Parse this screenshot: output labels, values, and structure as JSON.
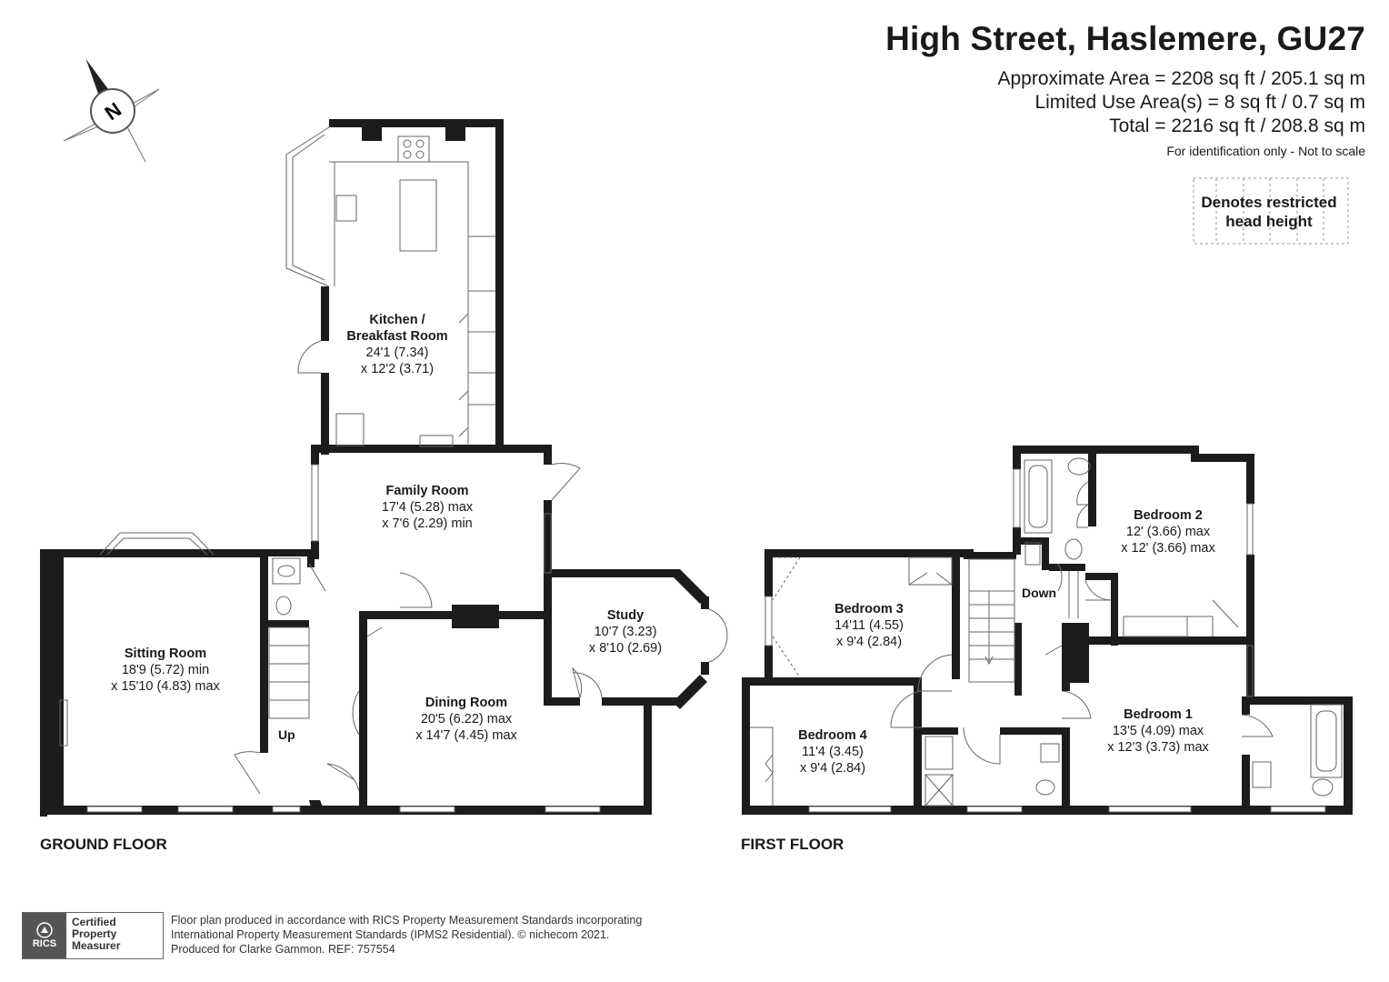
{
  "header": {
    "title": "High Street, Haslemere, GU27",
    "approx_area": "Approximate Area = 2208 sq ft / 205.1 sq m",
    "limited_use": "Limited Use Area(s) = 8 sq ft / 0.7 sq m",
    "total": "Total = 2216 sq ft / 208.8 sq m",
    "identification": "For identification only - Not to scale"
  },
  "legend": {
    "line1": "Denotes restricted",
    "line2": "head height"
  },
  "compass": {
    "letter": "N"
  },
  "ground_floor": {
    "label": "GROUND FLOOR",
    "up_label": "Up",
    "rooms": {
      "kitchen": {
        "name1": "Kitchen /",
        "name2": "Breakfast Room",
        "dim1": "24'1 (7.34)",
        "dim2": "x 12'2 (3.71)"
      },
      "family": {
        "name": "Family Room",
        "dim1": "17'4 (5.28) max",
        "dim2": "x 7'6 (2.29) min"
      },
      "sitting": {
        "name": "Sitting Room",
        "dim1": "18'9 (5.72) min",
        "dim2": "x 15'10 (4.83) max"
      },
      "study": {
        "name": "Study",
        "dim1": "10'7 (3.23)",
        "dim2": "x 8'10 (2.69)"
      },
      "dining": {
        "name": "Dining Room",
        "dim1": "20'5 (6.22) max",
        "dim2": "x 14'7 (4.45) max"
      }
    }
  },
  "first_floor": {
    "label": "FIRST FLOOR",
    "down_label": "Down",
    "rooms": {
      "bed2": {
        "name": "Bedroom 2",
        "dim1": "12' (3.66) max",
        "dim2": "x 12' (3.66) max"
      },
      "bed3": {
        "name": "Bedroom 3",
        "dim1": "14'11 (4.55)",
        "dim2": "x 9'4 (2.84)"
      },
      "bed4": {
        "name": "Bedroom 4",
        "dim1": "11'4 (3.45)",
        "dim2": "x 9'4 (2.84)"
      },
      "bed1": {
        "name": "Bedroom 1",
        "dim1": "13'5 (4.09) max",
        "dim2": "x 12'3 (3.73) max"
      }
    }
  },
  "badge": {
    "org": "RICS",
    "line1": "Certified",
    "line2": "Property",
    "line3": "Measurer"
  },
  "footer": {
    "line1": "Floor plan produced in accordance with RICS Property Measurement Standards incorporating",
    "line2": "International Property Measurement Standards (IPMS2 Residential).   © nichecom 2021.",
    "line3": "Produced for Clarke Gammon.    REF: 757554"
  }
}
